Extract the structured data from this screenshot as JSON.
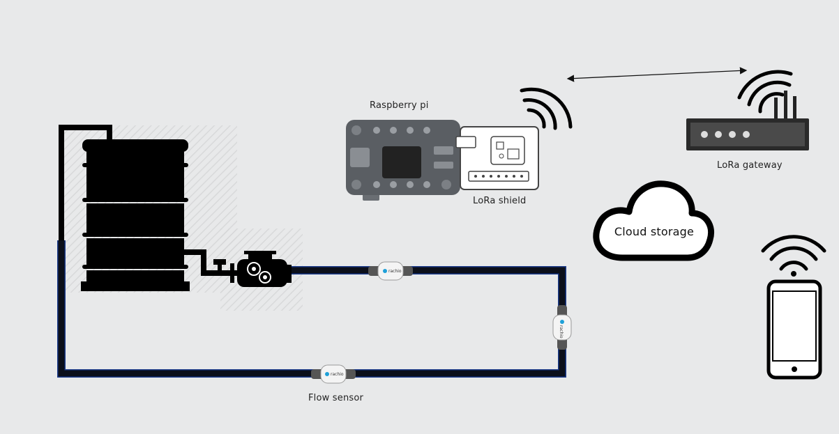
{
  "labels": {
    "raspberry_pi": "Raspberry pi",
    "lora_shield": "LoRa shield",
    "lora_gateway": "LoRa gateway",
    "cloud_storage": "Cloud storage",
    "flow_sensor": "Flow sensor"
  },
  "sensor_brand": "rachio",
  "colors": {
    "background": "#e8e9ea",
    "pipe": "#0b0f1a",
    "pipe_edge": "#1a3a8a",
    "board": "#5a5e63",
    "sensor_accent": "#1ea0d8"
  },
  "icons": [
    "water-tank-icon",
    "pump-icon",
    "raspberry-pi-icon",
    "lora-shield-icon",
    "wifi-icon",
    "router-icon",
    "cloud-icon",
    "smartphone-icon",
    "flow-sensor-icon",
    "bidirectional-arrow-icon"
  ]
}
